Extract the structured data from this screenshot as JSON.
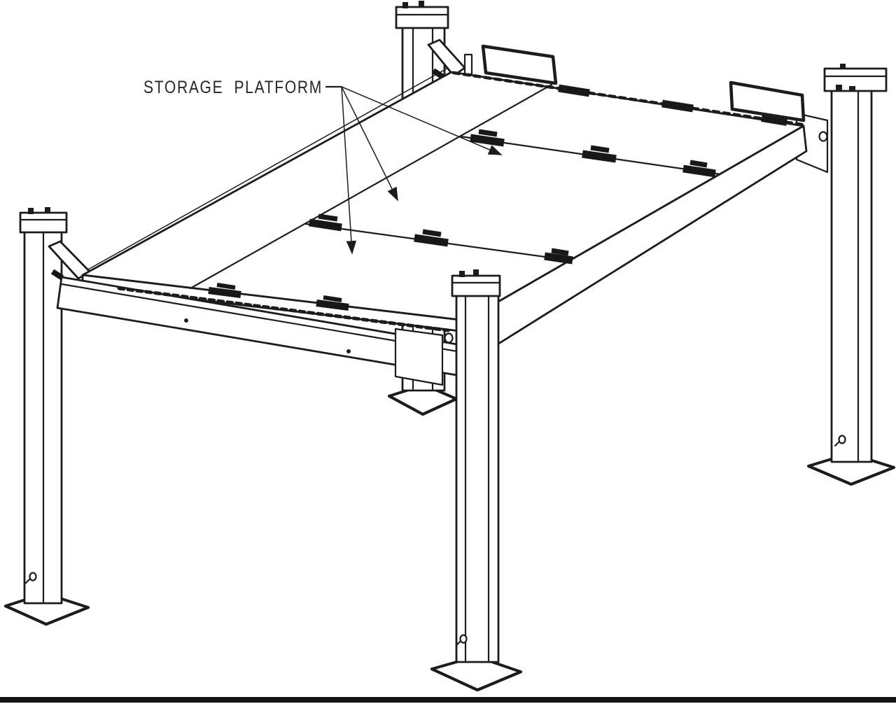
{
  "figure": {
    "kind": "isometric technical line drawing",
    "subject": "four-post storage platform lift",
    "label": "STORAGE PLATFORM",
    "leader_arrow_count": 3,
    "parts": {
      "posts": 4,
      "wheel_stop_ramps": 2,
      "deck_panel_seams": 3,
      "panel_clips": "black hold-down clips along panel seams and edges"
    }
  },
  "colors": {
    "background": "#ffffff",
    "ink": "#1c1c1c",
    "footer_bar": "#151515"
  }
}
